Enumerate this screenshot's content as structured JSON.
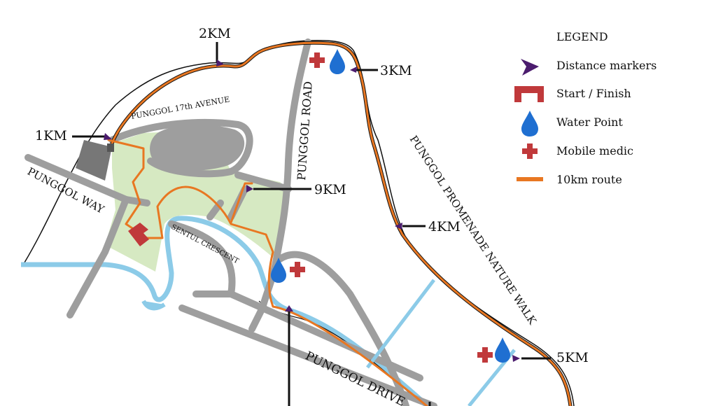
{
  "roads": {
    "punggol_17th_avenue": "PUNGGOL 17th AVENUE",
    "punggol_road": "PUNGGOL ROAD",
    "punggol_way": "PUNGGOL WAY",
    "sentul_crescent": "SENTUL CRESCENT",
    "punggol_promenade": "PUNGGOL PROMENADE NATURE WALK",
    "punggol_drive": "PUNGGOL DRIVE"
  },
  "distance_labels": {
    "km1": "1KM",
    "km2": "2KM",
    "km3": "3KM",
    "km4": "4KM",
    "km5": "5KM",
    "km9": "9KM"
  },
  "legend": {
    "title": "LEGEND",
    "items": {
      "distance_markers": "Distance markers",
      "start_finish": "Start / Finish",
      "water_point": "Water Point",
      "mobile_medic": "Mobile medic",
      "route": "10km route"
    }
  },
  "colors": {
    "route": "#e87722",
    "road": "#9e9e9e",
    "park": "#d6e9c2",
    "water": "#8ccbe8",
    "medic": "#c0393b",
    "water_point": "#1f6fd1",
    "marker": "#4b1c6e"
  }
}
